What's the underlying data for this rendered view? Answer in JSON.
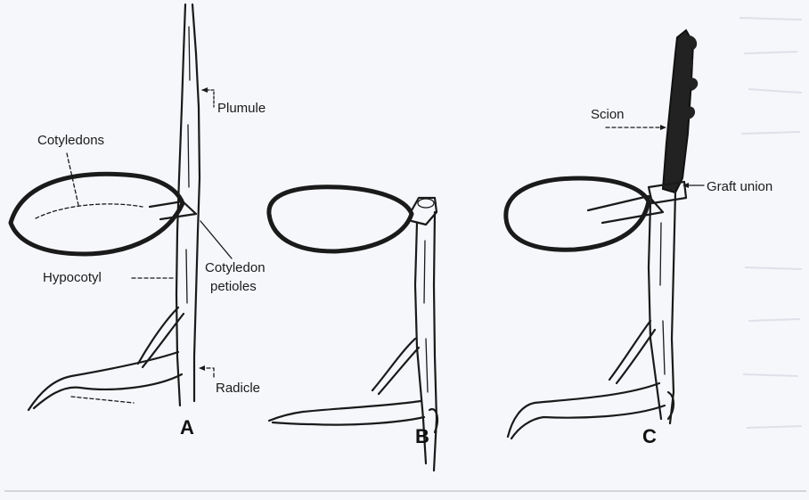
{
  "figure": {
    "panel_letters": [
      "A",
      "B",
      "C"
    ],
    "labels": {
      "plumule": "Plumule",
      "cotyledons": "Cotyledons",
      "hypocotyl": "Hypocotyl",
      "cotyledon_petioles_line1": "Cotyledon",
      "cotyledon_petioles_line2": "petioles",
      "radicle": "Radicle",
      "scion": "Scion",
      "graft_union": "Graft union"
    }
  }
}
